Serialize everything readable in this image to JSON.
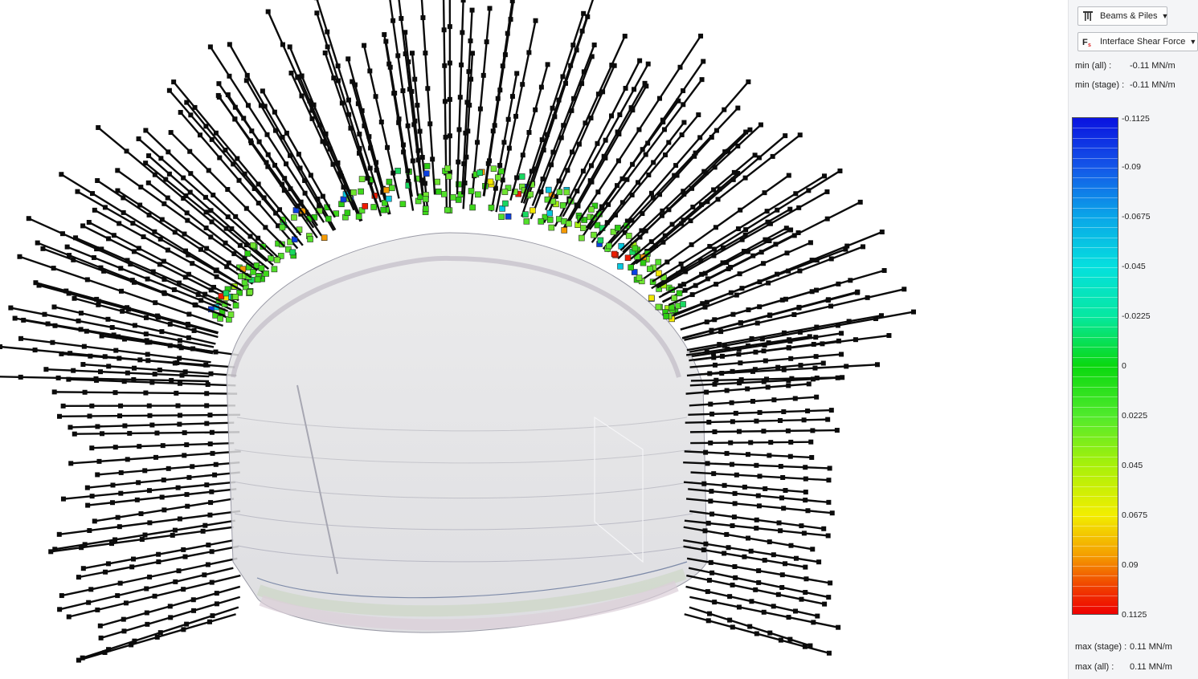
{
  "panel": {
    "result_group": {
      "label": "Beams & Piles",
      "icon": "beams-piles-icon"
    },
    "result_type": {
      "label": "Interface Shear Force",
      "icon": "shear-force-icon"
    },
    "min_all": {
      "label": "min (all) :",
      "value": "-0.11 MN/m"
    },
    "min_stage": {
      "label": "min (stage) :",
      "value": "-0.11 MN/m"
    },
    "max_stage": {
      "label": "max (stage) :",
      "value": "0.11 MN/m"
    },
    "max_all": {
      "label": "max (all) :",
      "value": "0.11 MN/m"
    }
  },
  "legend": {
    "ticks": [
      "-0.1125",
      "-0.09",
      "-0.0675",
      "-0.045",
      "-0.0225",
      "0",
      "0.0225",
      "0.045",
      "0.0675",
      "0.09",
      "0.1125"
    ],
    "min": -0.1125,
    "max": 0.1125,
    "colors": {
      "low": "#0a12e0",
      "mid": "#0ad80f",
      "high": "#ee0000"
    }
  }
}
